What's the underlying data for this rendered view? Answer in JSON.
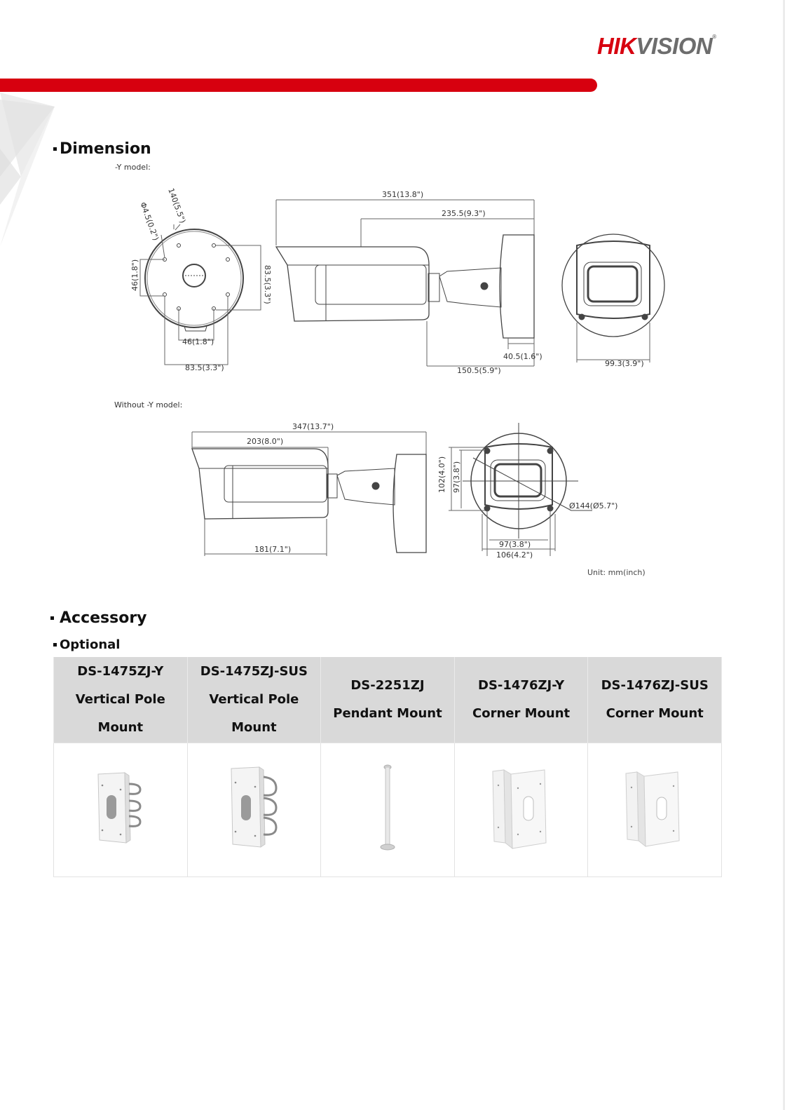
{
  "header": {
    "brand_part1": "HIK",
    "brand_part2": "VISION",
    "brand_mark": "®",
    "accent_color": "#d7000f",
    "secondary_color": "#6d6d6d"
  },
  "dimension": {
    "title": "Dimension",
    "y_model": {
      "label": "-Y model:",
      "mount_view": {
        "dims": [
          "140(5.5\")",
          "Φ4.5(0.2\")",
          "46(1.8\")",
          "83.5(3.3\")",
          "46(1.8\")",
          "83.5(3.3\")"
        ]
      },
      "side_view": {
        "dims": [
          "351(13.8\")",
          "235.5(9.3\")",
          "40.5(1.6\")",
          "150.5(5.9\")"
        ]
      },
      "front_view": {
        "dims": [
          "99.3(3.9\")"
        ]
      }
    },
    "non_y_model": {
      "label": "Without -Y model:",
      "side_view": {
        "dims": [
          "347(13.7\")",
          "203(8.0\")",
          "181(7.1\")"
        ]
      },
      "front_view": {
        "dims": [
          "102(4.0\")",
          "97(3.8\")",
          "Ø144(Ø5.7\")",
          "97(3.8\")",
          "106(4.2\")"
        ]
      }
    },
    "unit": "Unit: mm(inch)"
  },
  "accessory": {
    "title": "Accessory",
    "subtitle": "Optional",
    "items": [
      {
        "model": "DS-1475ZJ-Y",
        "name_line1": "Vertical Pole",
        "name_line2": "Mount",
        "image": "vertical-pole-mount"
      },
      {
        "model": "DS-1475ZJ-SUS",
        "name_line1": "Vertical Pole",
        "name_line2": "Mount",
        "image": "vertical-pole-mount-sus"
      },
      {
        "model": "DS-2251ZJ",
        "name_line1": "Pendant Mount",
        "name_line2": "",
        "image": "pendant-mount"
      },
      {
        "model": "DS-1476ZJ-Y",
        "name_line1": "Corner Mount",
        "name_line2": "",
        "image": "corner-mount"
      },
      {
        "model": "DS-1476ZJ-SUS",
        "name_line1": "Corner Mount",
        "name_line2": "",
        "image": "corner-mount-sus"
      }
    ]
  }
}
